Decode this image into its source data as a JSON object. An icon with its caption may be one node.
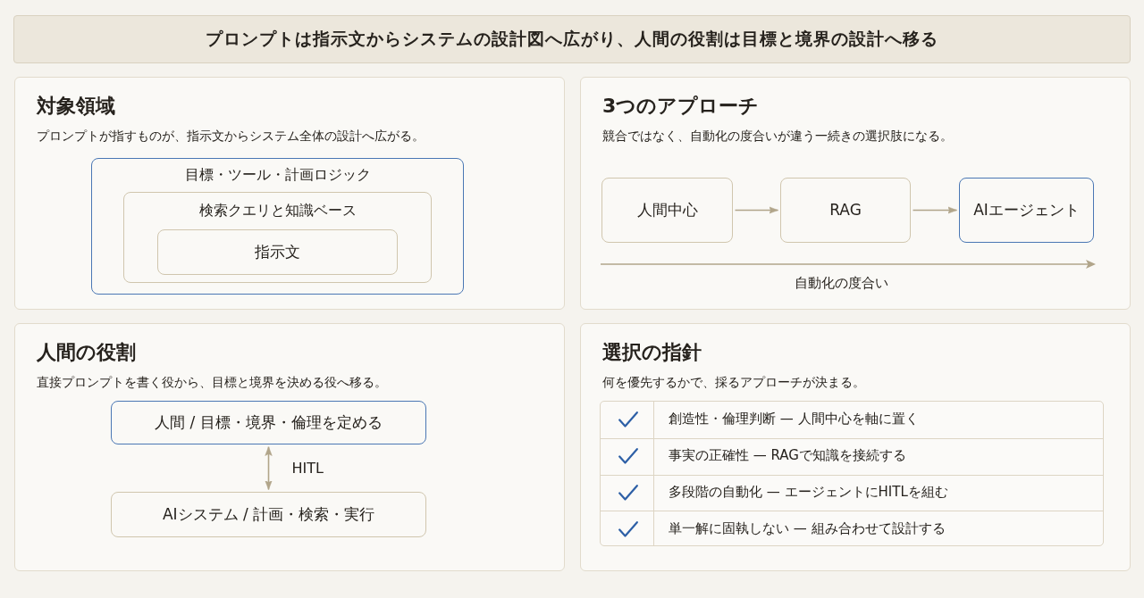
{
  "diagram": {
    "title": "プロンプトは指示文からシステムの設計図へ広がり、人間の役割は目標と境界の設計へ移る",
    "nodes": [
      {
        "text": [
          "対象領域",
          "プロンプトが指すものが、指示文からシステム全体の設計へ広がる。"
        ]
      },
      {
        "text": [
          "目標・ツール・計画ロジック"
        ],
        "in": 0
      },
      {
        "text": [
          "検索クエリと知識ベース"
        ],
        "in": 1
      },
      {
        "text": [
          "指示文"
        ],
        "in": 2
      },
      {
        "text": [
          "3つのアプローチ",
          "競合ではなく、自動化の度合いが違う一続きの選択肢になる。"
        ]
      },
      {
        "text": [
          "人間中心"
        ],
        "in": 4
      },
      {
        "text": [
          "RAG"
        ],
        "in": 4
      },
      {
        "text": [
          "AIエージェント"
        ],
        "in": 4
      },
      {
        "text": [
          "人間の役割",
          "直接プロンプトを書く役から、目標と境界を決める役へ移る。"
        ]
      },
      {
        "text": [
          "人間 / 目標・境界・倫理を定める"
        ],
        "in": 8
      },
      {
        "text": [
          "AIシステム / 計画・検索・実行"
        ],
        "in": 8
      },
      {
        "text": [
          "選択の指針",
          "何を優先するかで、採るアプローチが決まる。"
        ]
      }
    ],
    "edges": [
      {
        "from": 5,
        "to": 6,
        "arrow": "to"
      },
      {
        "from": 6,
        "to": 7,
        "arrow": "to"
      },
      {
        "from": 9,
        "to": 10,
        "arrow": "both",
        "label": "HITL"
      }
    ],
    "labels": [
      "自動化の度合い",
      "創造性・倫理判断 — 人間中心を軸に置く",
      "事実の正確性 — RAGで知識を接続する",
      "多段階の自動化 — エージェントにHITLを組む",
      "単一解に固執しない — 組み合わせて設計する"
    ]
  }
}
